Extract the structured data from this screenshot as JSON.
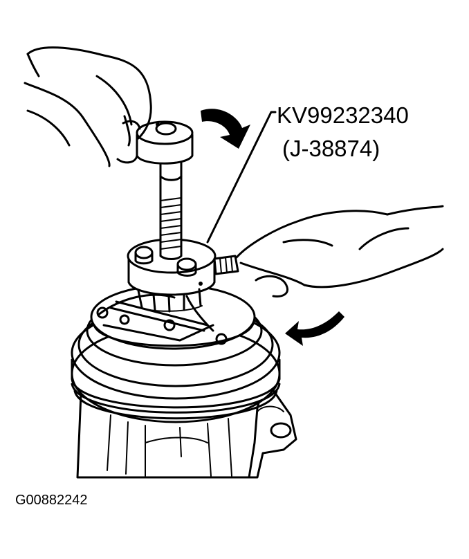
{
  "labels": {
    "tool_number": "KV99232340",
    "tool_alt_number": "(J-38874)",
    "figure_id": "G00882242"
  },
  "colors": {
    "line": "#000000",
    "background": "#ffffff"
  }
}
